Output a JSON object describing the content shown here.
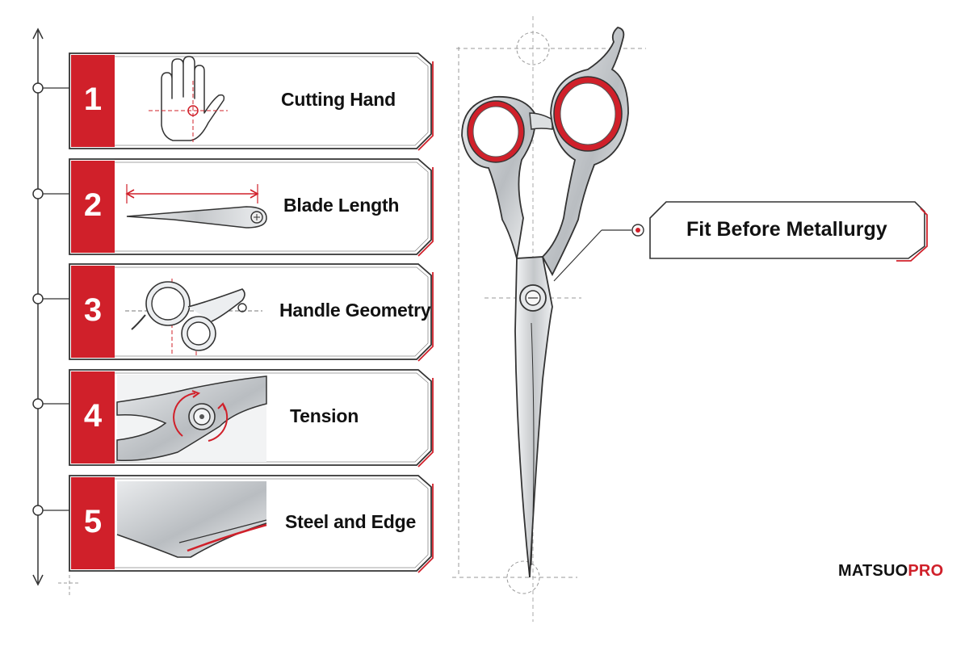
{
  "steps": [
    {
      "number": "1",
      "label": "Cutting Hand",
      "icon": "hand-icon"
    },
    {
      "number": "2",
      "label": "Blade Length",
      "icon": "blade-length-icon"
    },
    {
      "number": "3",
      "label": "Handle Geometry",
      "icon": "handle-geometry-icon"
    },
    {
      "number": "4",
      "label": "Tension",
      "icon": "tension-screw-icon"
    },
    {
      "number": "5",
      "label": "Steel and Edge",
      "icon": "steel-edge-icon"
    }
  ],
  "callout": {
    "label": "Fit Before Metallurgy"
  },
  "brand": {
    "part1": "MATSUO",
    "part2": "PRO"
  },
  "colors": {
    "accent": "#d0202a",
    "outline": "#333333",
    "steel": "#c8cbce"
  }
}
